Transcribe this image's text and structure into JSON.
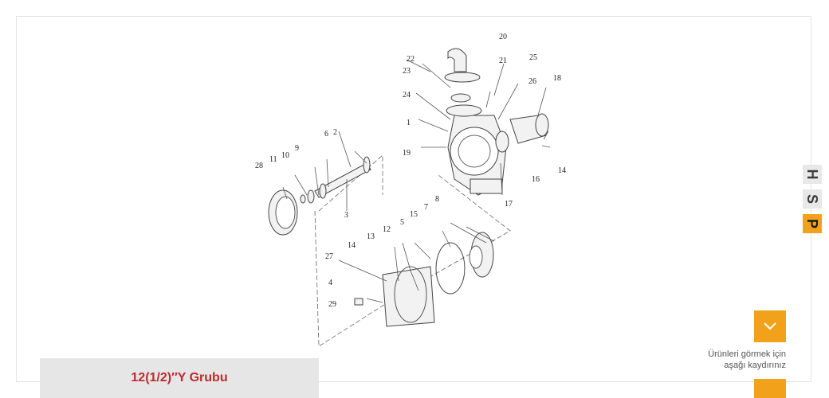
{
  "diagram": {
    "part_labels": [
      "1",
      "2",
      "3",
      "4",
      "5",
      "6",
      "7",
      "8",
      "9",
      "10",
      "11",
      "12",
      "13",
      "14",
      "14",
      "15",
      "16",
      "17",
      "18",
      "19",
      "20",
      "21",
      "22",
      "23",
      "24",
      "25",
      "26",
      "27",
      "28",
      "29"
    ]
  },
  "product": {
    "title": "12(1/2)′′Y Grubu"
  },
  "logo": {
    "letters": [
      "H",
      "S",
      "P"
    ]
  },
  "scroll": {
    "line1": "Ürünleri görmek için",
    "line2": "aşağı kaydırınız",
    "icon": "chevron-down-icon"
  },
  "colors": {
    "accent": "#f2a21a",
    "title": "#c0282d",
    "title_bg": "#e6e6e6"
  }
}
